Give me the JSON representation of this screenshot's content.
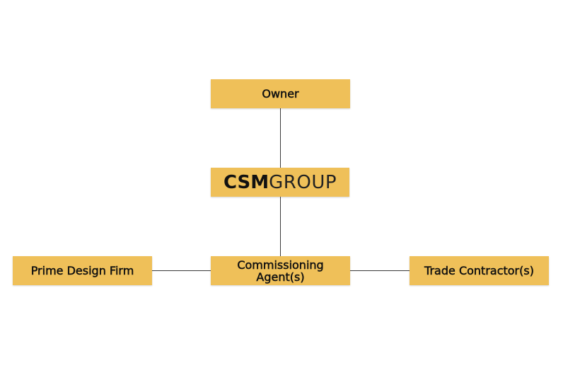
{
  "nodes": {
    "owner": {
      "label": "Owner"
    },
    "csm_group": {
      "logo_bold": "CSM",
      "logo_light": "GROUP"
    },
    "commissioning_agent": {
      "label_line1": "Commissioning",
      "label_line2": "Agent(s)"
    },
    "prime_design_firm": {
      "label": "Prime Design Firm"
    },
    "trade_contractor": {
      "label": "Trade Contractor(s)"
    }
  },
  "colors": {
    "box_fill": "#efc059",
    "connector": "#3a3a3a",
    "text": "#111111"
  }
}
